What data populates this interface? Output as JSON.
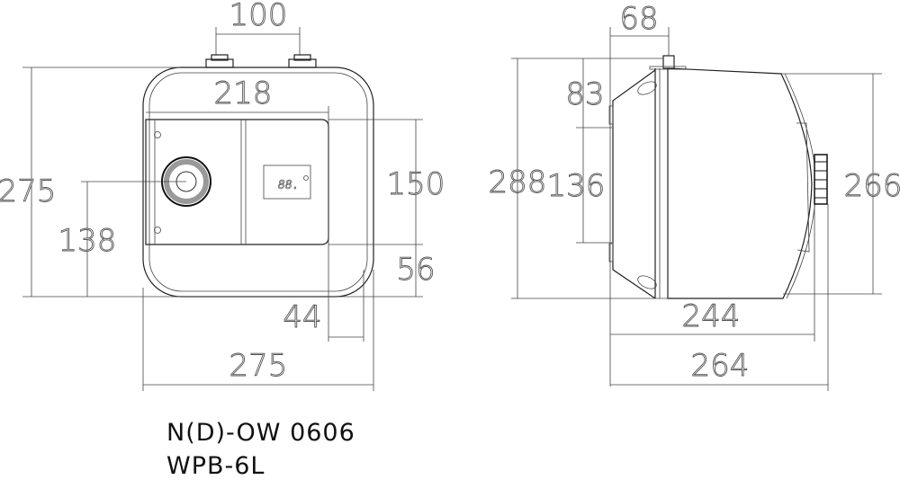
{
  "front_view": {
    "dims": {
      "pipe_spacing": "100",
      "panel_width": "218",
      "height": "275",
      "knob_height": "138",
      "panel_height": "150",
      "panel_bottom_offset": "56",
      "panel_right_offset": "44",
      "width": "275"
    },
    "display_text": "88."
  },
  "side_view": {
    "dims": {
      "pipe_offset": "68",
      "top_to_bracket": "83",
      "bracket_spacing": "136",
      "total_height": "288",
      "body_height": "266",
      "body_depth": "244",
      "total_depth": "264"
    }
  },
  "model": {
    "line1": "N(D)-OW 0606",
    "line2": "WPB-6L"
  }
}
